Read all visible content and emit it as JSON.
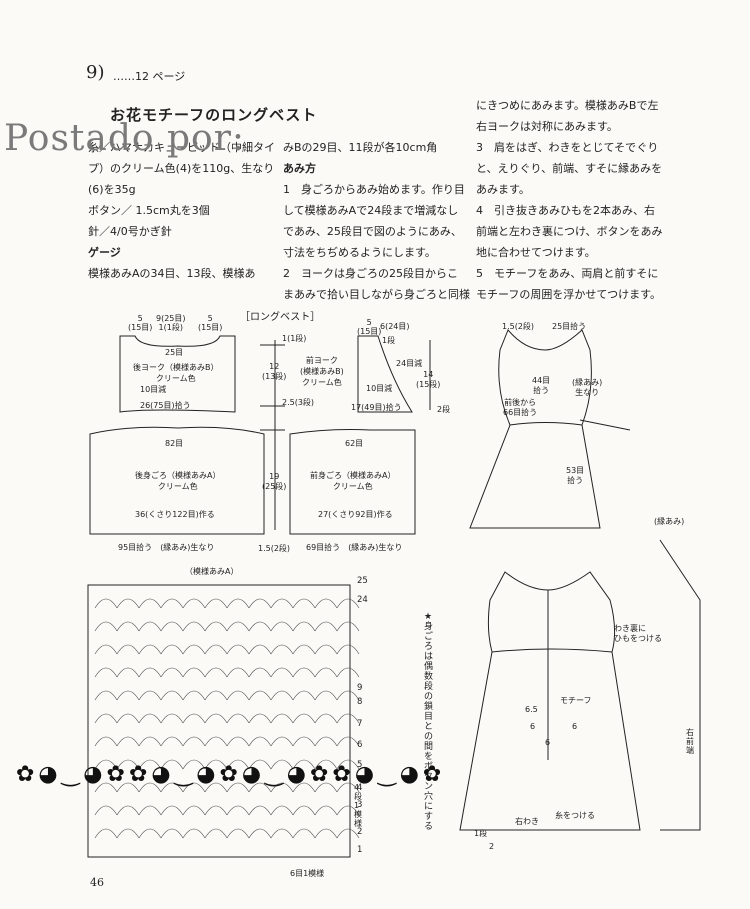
{
  "header": {
    "number": "9",
    "page_ref": "……12 ページ"
  },
  "title": "お花モチーフのロングベスト",
  "watermark": "Postado por:",
  "col1": [
    {
      "t": "糸／ハマナカキューピッド（中細タイ",
      "b": false
    },
    {
      "t": "プ）のクリーム色(4)を110g、生なり",
      "b": false
    },
    {
      "t": "(6)を35g",
      "b": false
    },
    {
      "t": "ボタン／ 1.5cm丸を3個",
      "b": false
    },
    {
      "t": "針／4/0号かぎ針",
      "b": false
    },
    {
      "t": "ゲージ",
      "b": true
    },
    {
      "t": "模様あみAの34目、13段、模様あ",
      "b": false
    }
  ],
  "col2": [
    {
      "t": "みBの29目、11段が各10cm角",
      "b": false
    },
    {
      "t": "あみ方",
      "b": true
    },
    {
      "t": "1　身ごろからあみ始めます。作り目",
      "b": false
    },
    {
      "t": "して模様あみAで24段まで増減なし",
      "b": false
    },
    {
      "t": "であみ、25段目で図のようにあみ、",
      "b": false
    },
    {
      "t": "寸法をちぢめるようにします。",
      "b": false
    },
    {
      "t": "2　ヨークは身ごろの25段目からこ",
      "b": false
    },
    {
      "t": "まあみで拾い目しながら身ごろと同様",
      "b": false
    }
  ],
  "col3": [
    {
      "t": "にきつめにあみます。模様あみBで左",
      "b": false
    },
    {
      "t": "右ヨークは対称にあみます。",
      "b": false
    },
    {
      "t": "3　肩をはぎ、わきをとじてそでぐり",
      "b": false
    },
    {
      "t": "と、えりぐり、前端、すそに縁あみを",
      "b": false
    },
    {
      "t": "あみます。",
      "b": false
    },
    {
      "t": "4　引き抜きあみひもを2本あみ、右",
      "b": false
    },
    {
      "t": "前端と左わき裏につけ、ボタンをあみ",
      "b": false
    },
    {
      "t": "地に合わせてつけます。",
      "b": false
    },
    {
      "t": "5　モチーフをあみ、両肩と前すそに",
      "b": false
    },
    {
      "t": "モチーフの周囲を浮かせてつけます。",
      "b": false
    }
  ],
  "diagram": {
    "title": "［ロングベスト］",
    "back": {
      "top_left": "5",
      "top_left2": "(15目)",
      "top_mid": "9(25目)",
      "top_mid2": "1(1段)",
      "top_right": "5",
      "top_right2": "(15目)",
      "neck": "25目",
      "yoke": "後ヨーク（模様あみB）",
      "yoke_color": "クリーム色",
      "dec": "10目減",
      "pickup": "26(75目)拾う",
      "width": "82目",
      "body": "後身ごろ（模様あみA）",
      "body_color": "クリーム色",
      "chain": "36(くさり122目)作る",
      "hem_pick": "95目拾う",
      "edge": "(縁あみ)生なり"
    },
    "center": {
      "a": "1(1段)",
      "b": "12",
      "c": "(13段)",
      "d": "2.5(3段)",
      "e": "19",
      "f": "(25段)",
      "g": "1.5(2段)"
    },
    "front": {
      "top_a": "5",
      "top_a2": "(15目)",
      "top_b": "6(24目)",
      "top_c": "1段",
      "yoke": "前ヨーク",
      "yoke2": "(模様あみB)",
      "yoke_color": "クリーム色",
      "dec24": "24目減",
      "r14": "14",
      "r15": "(15段)",
      "dec10": "10目減",
      "pickup": "17(49目)拾う",
      "r2": "2段",
      "width": "62目",
      "body": "前身ごろ（模様あみA）",
      "body_color": "クリーム色",
      "chain": "27(くさり92目)作る",
      "hem_pick": "69目拾う",
      "edge": "(縁あみ)生なり"
    },
    "sketch1": {
      "a": "1.5(2段)",
      "b": "25目拾う",
      "c": "44目",
      "d": "拾う",
      "e": "前後から",
      "f": "66目拾う",
      "g": "(縁あみ)",
      "h": "生なり",
      "i": "53目",
      "j": "拾う"
    },
    "pattern": {
      "title": "（模様あみA）",
      "rows": [
        "25",
        "24",
        "9",
        "8",
        "7",
        "6",
        "5",
        "4",
        "3",
        "2",
        "1"
      ],
      "repeat_v": "4段1模様",
      "repeat_h": "6目1模様"
    },
    "sketch2": {
      "note": "★身ごろは偶数段の鎖目との間をボタン穴にする",
      "tie": "わき裏に",
      "tie2": "ひもをつける",
      "motif": "モチーフ",
      "n65": "6.5",
      "n6a": "6",
      "n6b": "6",
      "n6c": "6",
      "right_front": "右前端",
      "thread": "糸をつける",
      "right": "右わき",
      "row1": "1段",
      "row2": "2"
    },
    "edge": {
      "title": "(縁あみ)"
    }
  },
  "page_number": "46",
  "flowers": "✿◕‿◕✿✿◕‿◕✿◕‿◕✿✿◕‿◕✿"
}
